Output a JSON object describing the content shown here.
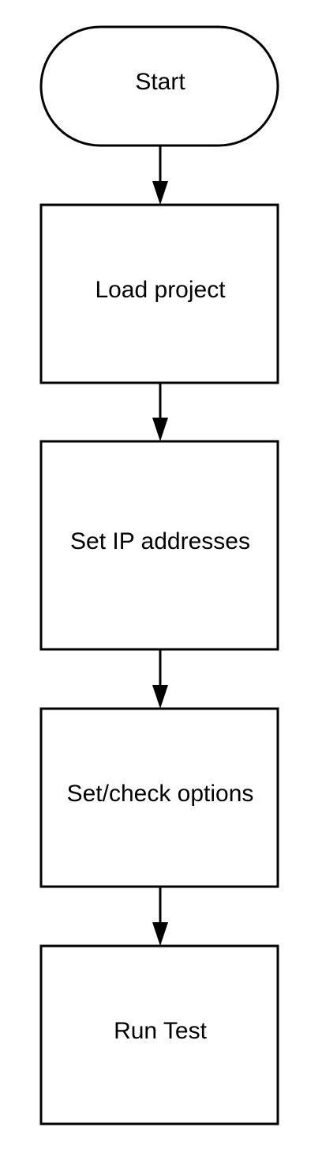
{
  "flowchart": {
    "nodes": [
      {
        "id": "start",
        "label": "Start",
        "shape": "terminator"
      },
      {
        "id": "load-project",
        "label": "Load project",
        "shape": "process"
      },
      {
        "id": "set-ip",
        "label": "Set IP addresses",
        "shape": "process"
      },
      {
        "id": "set-options",
        "label": "Set/check options",
        "shape": "process"
      },
      {
        "id": "run-test",
        "label": "Run Test",
        "shape": "process"
      }
    ],
    "edges": [
      {
        "from": "start",
        "to": "load-project"
      },
      {
        "from": "load-project",
        "to": "set-ip"
      },
      {
        "from": "set-ip",
        "to": "set-options"
      },
      {
        "from": "set-options",
        "to": "run-test"
      }
    ]
  }
}
